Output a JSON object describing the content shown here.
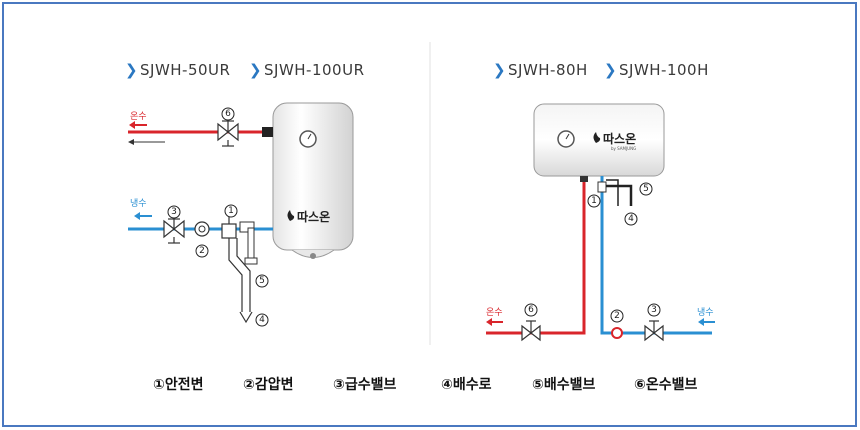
{
  "left_models": [
    "SJWH-50UR",
    "SJWH-100UR"
  ],
  "right_models": [
    "SJWH-80H",
    "SJWH-100H"
  ],
  "labels": {
    "hot_water": "온수",
    "cold_water": "냉수",
    "brand": "따스온",
    "brand_sub": "by SAMJUNG"
  },
  "numbers": [
    "①",
    "②",
    "③",
    "④",
    "⑤",
    "⑥"
  ],
  "legend": [
    {
      "mark": "①",
      "text": "①안전변"
    },
    {
      "mark": "②",
      "text": "②감압변"
    },
    {
      "mark": "③",
      "text": "③급수밸브"
    },
    {
      "mark": "④",
      "text": "④배수로"
    },
    {
      "mark": "⑤",
      "text": "⑤배수밸브"
    },
    {
      "mark": "⑥",
      "text": "⑥온수밸브"
    }
  ],
  "colors": {
    "hot": "#d9252b",
    "cold": "#2a8fd2",
    "frame": "#4a78c0",
    "accent": "#2b78c2"
  }
}
